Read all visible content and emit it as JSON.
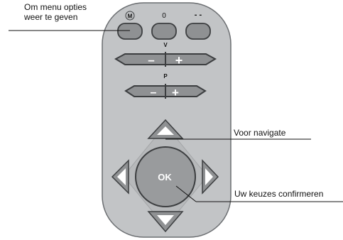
{
  "annotations": {
    "menu_line1": "Om menu opties",
    "menu_line2": "weer te geven",
    "navigate": "Voor navigate",
    "confirm": "Uw keuzes confirmeren"
  },
  "remote": {
    "top_buttons": {
      "menu": "M",
      "zero": "0",
      "dash": "- -"
    },
    "volume": {
      "label": "V",
      "minus": "–",
      "plus": "+"
    },
    "program": {
      "label": "P",
      "minus": "–",
      "plus": "+"
    },
    "ok": "OK"
  },
  "colors": {
    "body": "#c2c4c6",
    "body_border": "#6b6e71",
    "button": "#8f9193",
    "button_border": "#3c3e40",
    "dpad_disc": "#999b9d",
    "dpad_arrow": "#ffffff",
    "text": "#111111"
  }
}
